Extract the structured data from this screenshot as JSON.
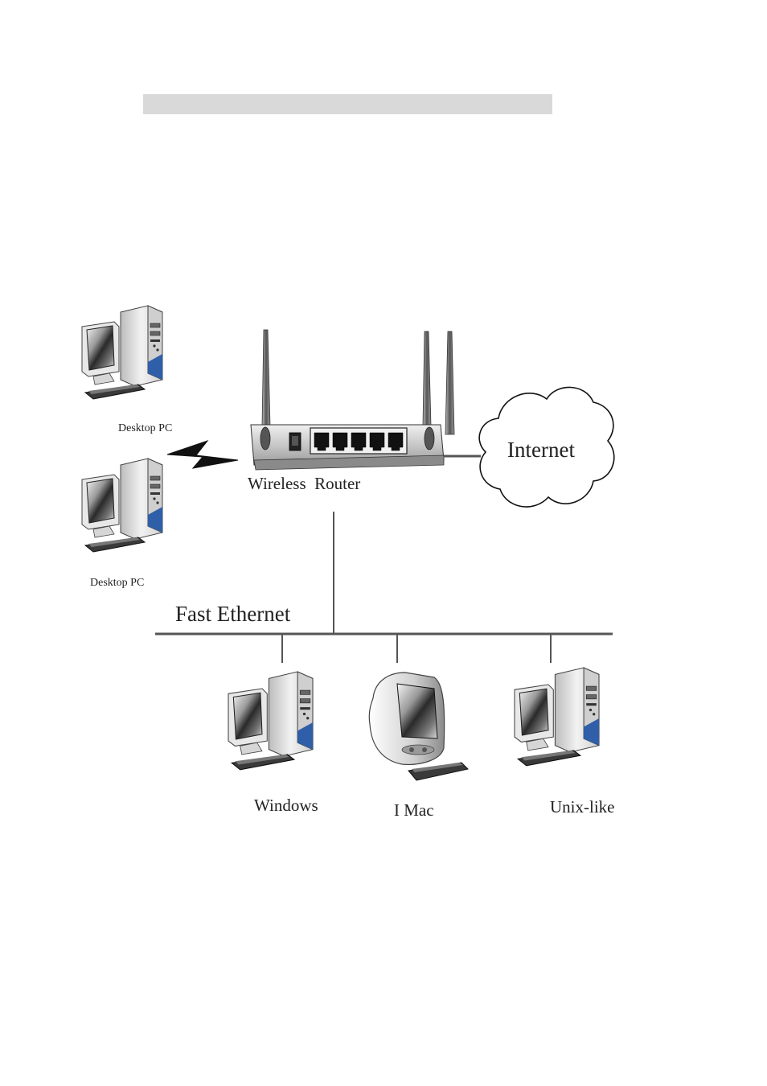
{
  "colors": {
    "header_bar": "#d9d9d9",
    "line": "#555555",
    "router_body": "#d6d6d6",
    "accent_blue": "#2f5fa8"
  },
  "icons": {
    "wireless_link": "lightning-bolt-icon",
    "pc": "desktop-pc-icon",
    "imac": "imac-icon",
    "cloud": "cloud-icon",
    "router": "wireless-router-icon"
  },
  "nodes": {
    "desktop_pc_1": "Desktop PC",
    "desktop_pc_2": "Desktop PC",
    "router": "Wireless  Router",
    "internet": "Internet",
    "windows": "Windows",
    "imac": "I Mac",
    "unix": "Unix-like"
  },
  "network": {
    "bus_label": "Fast Ethernet"
  }
}
